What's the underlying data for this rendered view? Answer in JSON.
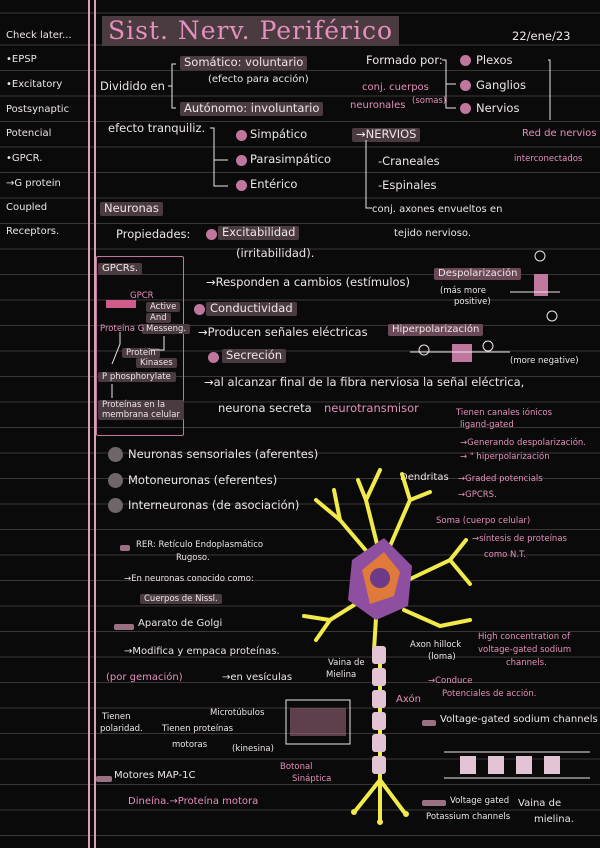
{
  "title": "Sist. Nerv. Periférico",
  "date": "22/ene/23",
  "sidebar": [
    "Check later...",
    "•EPSP",
    "•Excitatory",
    "Postsynaptic",
    "Potencial",
    "•GPCR.",
    "→G protein",
    "Coupled",
    "Receptors."
  ],
  "somatico": "Somático: voluntario",
  "efecto": "(efecto para acción)",
  "dividido": "Dividido en",
  "autonomo": "Autónomo: involuntario",
  "efecto_tranq": "efecto tranquiliz.",
  "simpatico": "Simpático",
  "parasimpatico": "Parasimpático",
  "enterico": "Entérico",
  "formado": "Formado por:",
  "plexos": "Plexos",
  "conj_cuerpos": "conj. cuerpos",
  "somas": "(somas)",
  "neuronales": "neuronales",
  "ganglios": "Ganglios",
  "nervios": "Nervios",
  "red_nervios": "Red de nervios",
  "intercon": "interconectados",
  "nervios_h": "→NERVIOS",
  "craneales": "-Craneales",
  "espinales": "-Espinales",
  "axones": "conj. axones envueltos en",
  "tejido": "tejido nervioso.",
  "neuronas_h": "Neuronas",
  "propiedades": "Propiedades:",
  "excitabilidad": "Excitabilidad",
  "irritabilidad": "(irritabilidad).",
  "gpcrs": "GPCRs.",
  "gpcr_labels": [
    "GPCR",
    "Active",
    "And",
    "Messeng.",
    "Proteína G",
    "Protein",
    "Kinases",
    "P phosphorylate",
    "Proteínas en la membrana celular"
  ],
  "responden": "→Responden a cambios (estímulos)",
  "despolarizacion": "Despolarización",
  "mas_positivo": "(más more",
  "positivo2": "positive)",
  "conductividad": "Conductividad",
  "producen": "→Producen señales eléctricas",
  "hiperpolarizacion": "Hiperpolarización",
  "mas_negativo": "(more negative)",
  "secrecion": "Secreción",
  "al_alcanzar": "→al alcanzar final de la fibra nerviosa la señal eléctrica,",
  "neurona_sec": "neurona secreta",
  "neurotransmisor": "neurotransmisor",
  "canales_i": "Tienen canales iónicos",
  "ligand": "ligand-gated",
  "generando": "→Generando despolarización.",
  "hiperp2": "→     \"         hiperpolarización",
  "graded": "→Graded potencials",
  "gpcrs2": "→GPCRS.",
  "dendritas": "Dendritas",
  "sensoriales": "Neuronas sensoriales (aferentes)",
  "motoneuronas": "Motoneuronas (eferentes)",
  "interneuronas": "Interneuronas (de asociación)",
  "soma": "Soma (cuerpo celular)",
  "sintesis": "→síntesis de proteínas",
  "como_nt": "como N.T.",
  "rer": "RER: Retículo Endoplasmático",
  "rugoso": "Rugoso.",
  "conocido": "→En neuronas conocido como:",
  "nissl": "Cuerpos de Nissl.",
  "golgi": "Aparato de Golgi",
  "modifica": "→Modifica y empaca proteínas.",
  "gemacion": "(por gemación)",
  "vesiculas": "→en vesículas",
  "vaina": "Vaina de",
  "mielina": "Mielina",
  "axon_hillock": "Axon hillock",
  "loma": "(loma)",
  "high_conc": "High concentration of",
  "voltage_sodium": "voltage-gated sodium",
  "channels": "channels.",
  "conduce": "→Conduce",
  "potenciales": "Potenciales de acción.",
  "axon": "Axón",
  "microtubulos": "Microtúbulos",
  "tienen": "Tienen",
  "polaridad": "polaridad.",
  "tienen_prot": "Tienen proteínas",
  "motoras": "motoras",
  "kinesina": "(kinesina)",
  "vgsc": "Voltage-gated sodium channels",
  "motores": "Motores MAP-1C",
  "boton": "Botonal",
  "sinaptico": "Sináptica",
  "dineina": "Dineína.→Proteína motora",
  "vgkc": "Voltage gated",
  "potassium": "Potassium channels",
  "vaina2": "Vaina de",
  "mielina2": "mielina."
}
